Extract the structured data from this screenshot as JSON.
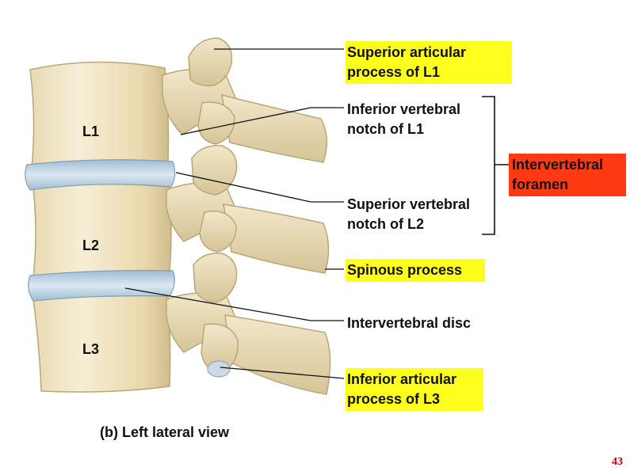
{
  "vertebra_labels": {
    "l1": "L1",
    "l2": "L2",
    "l3": "L3"
  },
  "callouts": {
    "superior_articular_l1": "Superior articular\nprocess of L1",
    "inferior_notch_l1": "Inferior vertebral\nnotch of L1",
    "intervertebral_foramen": "Intervertebral\nforamen",
    "superior_notch_l2": "Superior vertebral\nnotch of L2",
    "spinous_process": "Spinous process",
    "intervertebral_disc": "Intervertebral disc",
    "inferior_articular_l3": "Inferior articular\nprocess of L3"
  },
  "caption": "(b) Left lateral view",
  "slide_number": "43",
  "colors": {
    "highlight_yellow": "#ffff1e",
    "highlight_red": "#ff3a12",
    "bone": "#efe3c2",
    "bone_shadow": "#c8b88a",
    "disc": "#b7cfe0"
  }
}
